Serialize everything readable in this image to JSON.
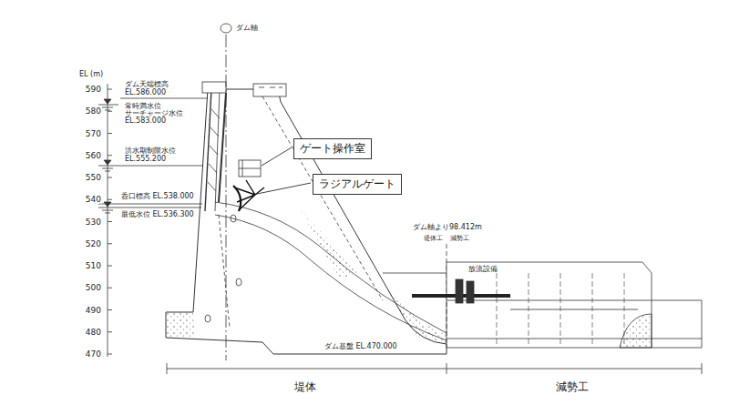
{
  "diagram": {
    "nodes": [
      {
        "text": [
          "ゲート操作室"
        ]
      },
      {
        "text": [
          "ラジアルゲート"
        ]
      }
    ],
    "labels": [
      "ダム軸",
      "EL (m)",
      "590",
      "580",
      "570",
      "560",
      "550",
      "540",
      "530",
      "520",
      "510",
      "500",
      "490",
      "480",
      "470",
      "ダム天端標高",
      "EL.586.000",
      "常時満水位",
      "サーチャージ水位",
      "EL.583.000",
      "洪水期制限水位",
      "EL.555.200",
      "呑口標高 EL.538.000",
      "最低水位 EL.536.300",
      "ダム軸より98.412m",
      "堤体工",
      "減勢工",
      "放流設備",
      "ダム基盤 EL.470.000",
      "堤体",
      "減勢工"
    ]
  }
}
